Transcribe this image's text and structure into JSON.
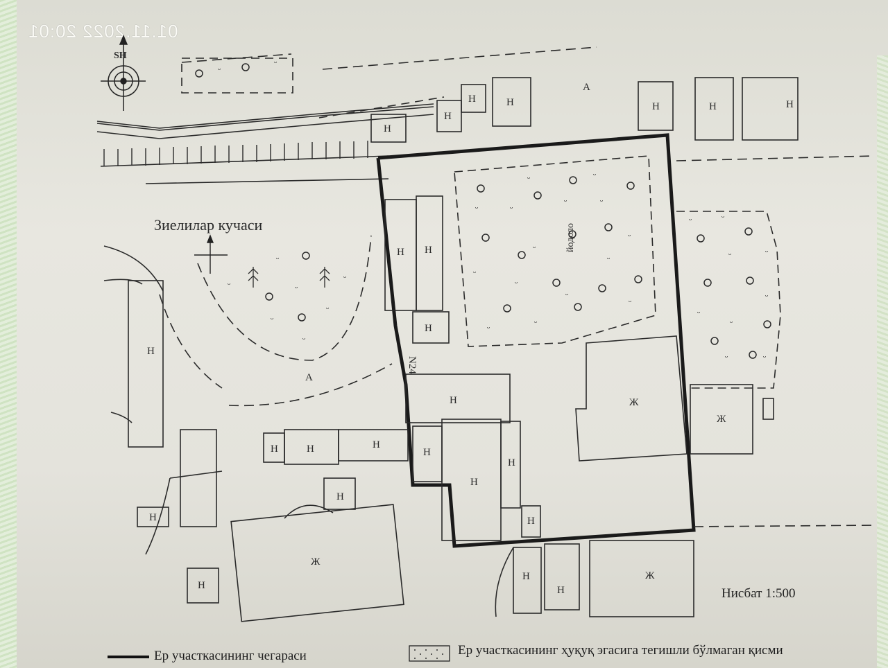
{
  "photo_stamp": "01.11.2022 20:01",
  "compass_label": "SH",
  "street_name": "Зиелилар кучаси",
  "parcel_number": "N24",
  "rotated_label": "йодоло",
  "zone_labels": {
    "A": "А",
    "H": "Н",
    "Zh": "Ж"
  },
  "scale_text": "Нисбат 1:500",
  "legend": {
    "boundary_label": "Ер участкасининг чегараси",
    "hatched_label": "Ер участкасининг ҳуқуқ эгасига тегишли бўлмаган қисми"
  },
  "colors": {
    "line": "#2a2a2a",
    "paper": "#e6e5de",
    "boundary": "#1a1a1a"
  }
}
